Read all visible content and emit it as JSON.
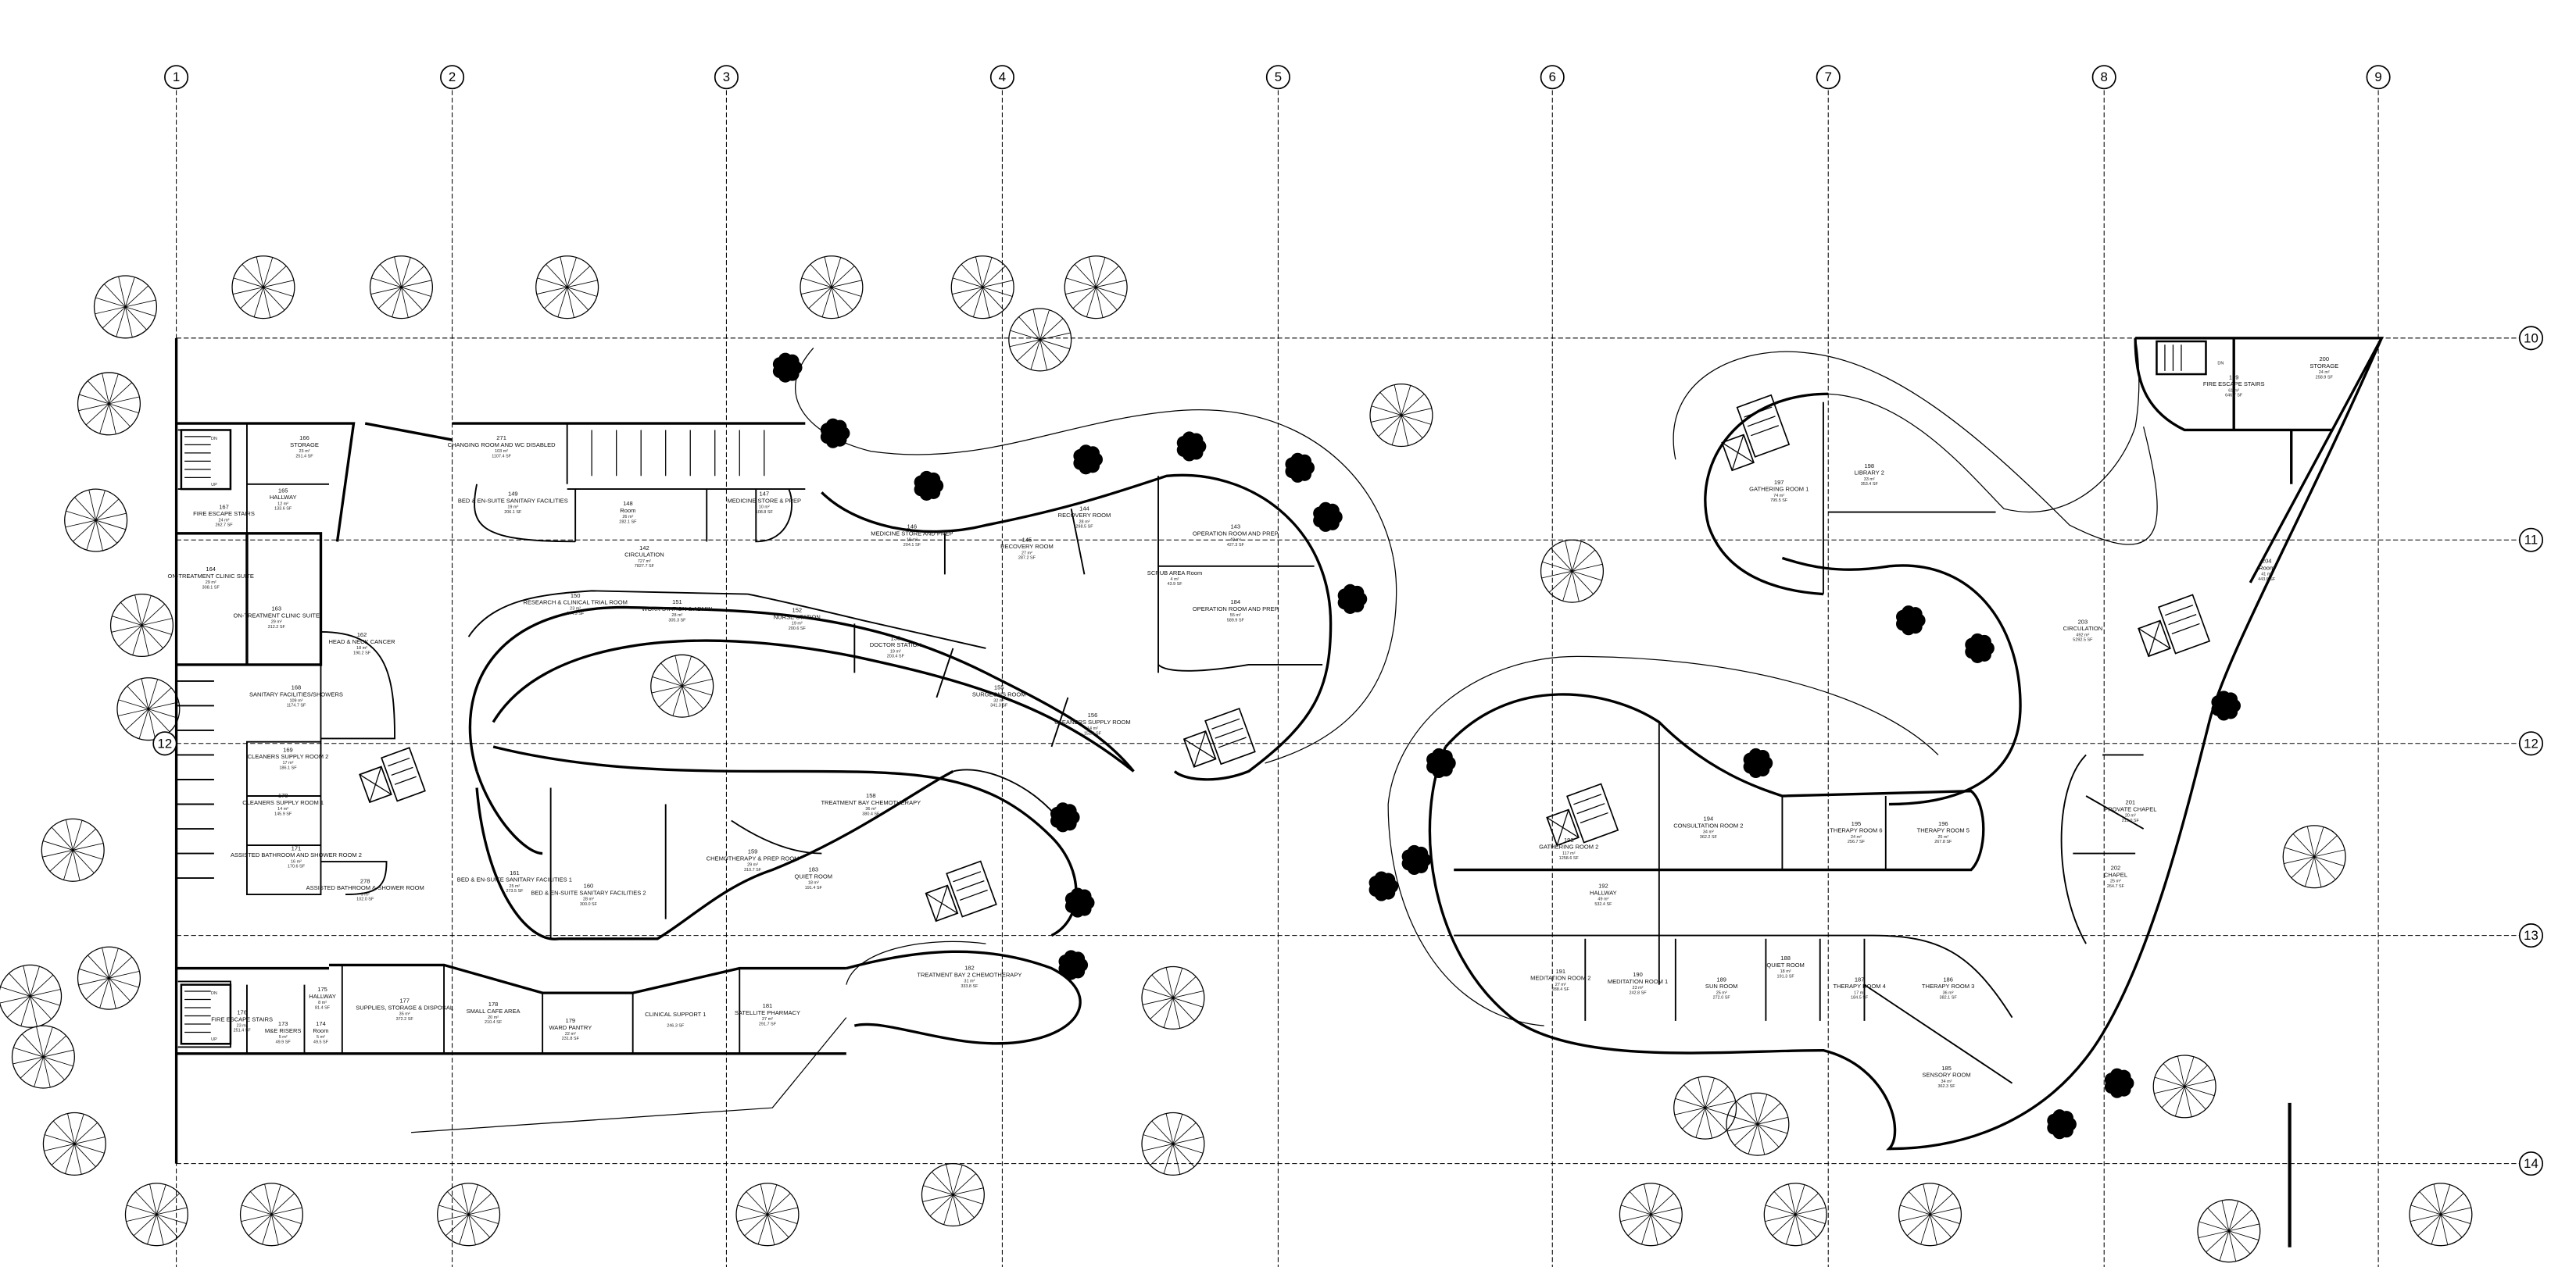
{
  "grid": {
    "columns": [
      "1",
      "2",
      "3",
      "4",
      "5",
      "6",
      "7",
      "8",
      "9"
    ],
    "rows": [
      "10",
      "11",
      "12",
      "13",
      "14"
    ]
  },
  "rooms": [
    {
      "number": "166",
      "name": "STORAGE",
      "area_m2": "23 m²",
      "area_sf": "251.4 SF"
    },
    {
      "number": "165",
      "name": "HALLWAY",
      "area_m2": "12 m²",
      "area_sf": "133.6 SF"
    },
    {
      "number": "167",
      "name": "FIRE ESCAPE STAIRS",
      "area_m2": "24 m²",
      "area_sf": "262.7 SF"
    },
    {
      "number": "271",
      "name": "CHANGING ROOM AND WC DISABLED",
      "area_m2": "103 m²",
      "area_sf": "1107.4 SF"
    },
    {
      "number": "149",
      "name": "BED & EN-SUITE SANITARY FACILITIES",
      "area_m2": "19 m²",
      "area_sf": "206.1 SF"
    },
    {
      "number": "148",
      "name": "Room",
      "area_m2": "26 m²",
      "area_sf": "282.1 SF"
    },
    {
      "number": "147",
      "name": "MEDICINE STORE & PREP",
      "area_m2": "10 m²",
      "area_sf": "108.8 SF"
    },
    {
      "number": "142",
      "name": "CIRCULATION",
      "area_m2": "727 m²",
      "area_sf": "7827.7 SF"
    },
    {
      "number": "164",
      "name": "ON-TREATMENT CLINIC SUITE",
      "area_m2": "29 m²",
      "area_sf": "308.1 SF"
    },
    {
      "number": "163",
      "name": "ON-TREATMENT CLINIC SUITE",
      "area_m2": "29 m²",
      "area_sf": "312.2 SF"
    },
    {
      "number": "162",
      "name": "HEAD & NECK CANCER",
      "area_m2": "18 m²",
      "area_sf": "190.2 SF"
    },
    {
      "number": "168",
      "name": "SANITARY FACILITIES/SHOWERS",
      "area_m2": "109 m²",
      "area_sf": "1174.7 SF"
    },
    {
      "number": "150",
      "name": "RESEARCH & CLINICAL TRIAL ROOM",
      "area_m2": "23 m²",
      "area_sf": "244.5 SF"
    },
    {
      "number": "151",
      "name": "WORK STATION & ADMIN",
      "area_m2": "28 m²",
      "area_sf": "305.3 SF"
    },
    {
      "number": "152",
      "name": "NURSE STATION",
      "area_m2": "19 m²",
      "area_sf": "200.6 SF"
    },
    {
      "number": "153",
      "name": "DOCTOR STATION",
      "area_m2": "19 m²",
      "area_sf": "203.4 SF"
    },
    {
      "number": "155",
      "name": "SURGEONS ROOM",
      "area_m2": "32 m²",
      "area_sf": "341.3 SF"
    },
    {
      "number": "156",
      "name": "CLEANERS SUPPLY ROOM",
      "area_m2": "14 m²",
      "area_sf": "151.6 SF"
    },
    {
      "number": "146",
      "name": "MEDICINE STORE AND PREP",
      "area_m2": "19 m²",
      "area_sf": "204.1 SF"
    },
    {
      "number": "145",
      "name": "RECOVERY ROOM",
      "area_m2": "27 m²",
      "area_sf": "287.2 SF"
    },
    {
      "number": "144",
      "name": "RECOVERY ROOM",
      "area_m2": "28 m²",
      "area_sf": "298.5 SF"
    },
    {
      "number": "143",
      "name": "OPERATION ROOM AND PREP",
      "area_m2": "40 m²",
      "area_sf": "427.3 SF"
    },
    {
      "number": "184",
      "name": "OPERATION ROOM AND PREP",
      "area_m2": "55 m²",
      "area_sf": "589.9 SF"
    },
    {
      "number": "",
      "name": "SCRUB AREA Room",
      "area_m2": "4 m²",
      "area_sf": "43.9 SF"
    },
    {
      "number": "169",
      "name": "CLEANERS SUPPLY ROOM 2",
      "area_m2": "17 m²",
      "area_sf": "186.1 SF"
    },
    {
      "number": "170",
      "name": "CLEANERS SUPPLY ROOM 1",
      "area_m2": "14 m²",
      "area_sf": "145.9 SF"
    },
    {
      "number": "171",
      "name": "ASSISTED BATHROOM AND SHOWER ROOM 2",
      "area_m2": "16 m²",
      "area_sf": "170.6 SF"
    },
    {
      "number": "278",
      "name": "ASSISTED BATHROOM & SHOWER ROOM",
      "area_m2": "9 m²",
      "area_sf": "102.0 SF"
    },
    {
      "number": "158",
      "name": "TREATMENT BAY CHEMOTHERAPY",
      "area_m2": "36 m²",
      "area_sf": "380.4 SF"
    },
    {
      "number": "161",
      "name": "BED & EN-SUITE SANITARY FACILITIES 1",
      "area_m2": "25 m²",
      "area_sf": "273.5 SF"
    },
    {
      "number": "160",
      "name": "BED & EN-SUITE SANITARY FACILITIES 2",
      "area_m2": "28 m²",
      "area_sf": "300.0 SF"
    },
    {
      "number": "159",
      "name": "CHEMOTHERAPY & PREP ROOM",
      "area_m2": "29 m²",
      "area_sf": "310.7 SF"
    },
    {
      "number": "183",
      "name": "QUIET ROOM",
      "area_m2": "18 m²",
      "area_sf": "191.4 SF"
    },
    {
      "number": "176",
      "name": "FIRE ESCAPE STAIRS",
      "area_m2": "23 m²",
      "area_sf": "251.4 SF"
    },
    {
      "number": "173",
      "name": "M&E RISERS",
      "area_m2": "5 m²",
      "area_sf": "49.9 SF"
    },
    {
      "number": "174",
      "name": "Room",
      "area_m2": "5 m²",
      "area_sf": "49.5 SF"
    },
    {
      "number": "175",
      "name": "HALLWAY",
      "area_m2": "8 m²",
      "area_sf": "81.4 SF"
    },
    {
      "number": "177",
      "name": "SUPPLIES, STORAGE & DISPOSAL",
      "area_m2": "35 m²",
      "area_sf": "372.2 SF"
    },
    {
      "number": "178",
      "name": "SMALL CAFE AREA",
      "area_m2": "20 m²",
      "area_sf": "210.4 SF"
    },
    {
      "number": "179",
      "name": "WARD PANTRY",
      "area_m2": "22 m²",
      "area_sf": "231.8 SF"
    },
    {
      "number": "",
      "name": "CLINICAL SUPPORT 1",
      "area_m2": "",
      "area_sf": "246.3 SF"
    },
    {
      "number": "181",
      "name": "SATELLITE PHARMACY",
      "area_m2": "27 m²",
      "area_sf": "291.7 SF"
    },
    {
      "number": "182",
      "name": "TREATMENT BAY 2 CHEMOTHERAPY",
      "area_m2": "31 m²",
      "area_sf": "333.8 SF"
    },
    {
      "number": "197",
      "name": "GATHERING ROOM 1",
      "area_m2": "74 m²",
      "area_sf": "795.5 SF"
    },
    {
      "number": "198",
      "name": "LIBRARY 2",
      "area_m2": "33 m²",
      "area_sf": "353.4 SF"
    },
    {
      "number": "199",
      "name": "FIRE ESCAPE STAIRS",
      "area_m2": "61 m²",
      "area_sf": "646.7 SF"
    },
    {
      "number": "200",
      "name": "STORAGE",
      "area_m2": "24 m²",
      "area_sf": "258.9 SF"
    },
    {
      "number": "204",
      "name": "Room",
      "area_m2": "41 m²",
      "area_sf": "443.6 SF"
    },
    {
      "number": "203",
      "name": "CIRCULATION",
      "area_m2": "492 m²",
      "area_sf": "5292.5 SF"
    },
    {
      "number": "193",
      "name": "GATHERING ROOM 2",
      "area_m2": "117 m²",
      "area_sf": "1258.6 SF"
    },
    {
      "number": "194",
      "name": "CONSULTATION ROOM 2",
      "area_m2": "34 m²",
      "area_sf": "362.2 SF"
    },
    {
      "number": "195",
      "name": "THERAPY ROOM 6",
      "area_m2": "24 m²",
      "area_sf": "256.7 SF"
    },
    {
      "number": "196",
      "name": "THERAPY ROOM 5",
      "area_m2": "25 m²",
      "area_sf": "267.8 SF"
    },
    {
      "number": "192",
      "name": "HALLWAY",
      "area_m2": "49 m²",
      "area_sf": "532.4 SF"
    },
    {
      "number": "201",
      "name": "PROVATE CHAPEL",
      "area_m2": "20 m²",
      "area_sf": "215.0 SF"
    },
    {
      "number": "202",
      "name": "CHAPEL",
      "area_m2": "25 m²",
      "area_sf": "264.7 SF"
    },
    {
      "number": "191",
      "name": "MEDITATION ROOM 2",
      "area_m2": "27 m²",
      "area_sf": "288.4 SF"
    },
    {
      "number": "190",
      "name": "MEDITATION ROOM 1",
      "area_m2": "23 m²",
      "area_sf": "242.8 SF"
    },
    {
      "number": "189",
      "name": "SUN ROOM",
      "area_m2": "25 m²",
      "area_sf": "272.0 SF"
    },
    {
      "number": "188",
      "name": "QUIET ROOM",
      "area_m2": "18 m²",
      "area_sf": "191.3 SF"
    },
    {
      "number": "187",
      "name": "THERAPY ROOM 4",
      "area_m2": "17 m²",
      "area_sf": "184.5 SF"
    },
    {
      "number": "186",
      "name": "THERAPY ROOM 3",
      "area_m2": "36 m²",
      "area_sf": "382.1 SF"
    },
    {
      "number": "185",
      "name": "SENSORY ROOM",
      "area_m2": "34 m²",
      "area_sf": "362.3 SF"
    }
  ],
  "stair_labels": {
    "up": "UP",
    "down": "DN"
  }
}
